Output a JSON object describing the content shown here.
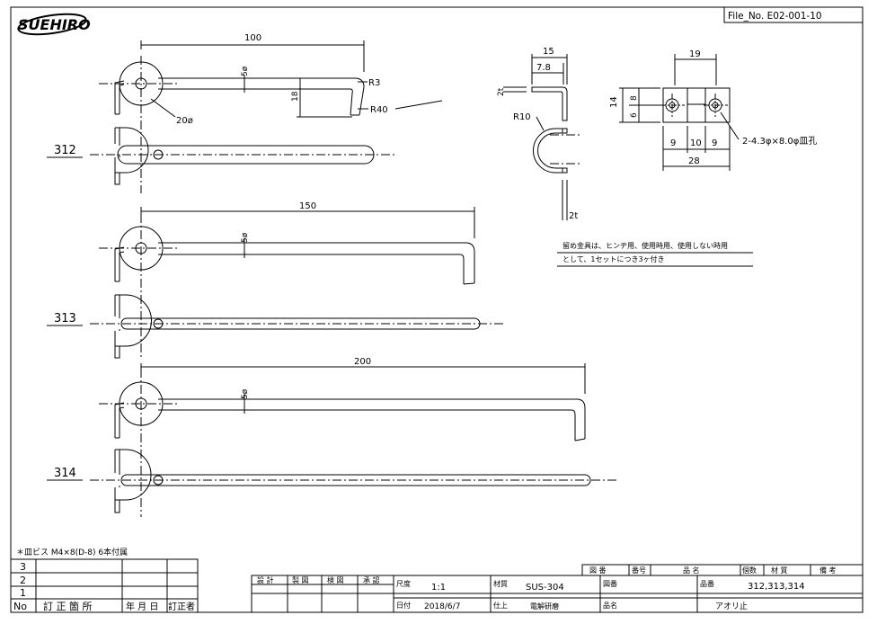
{
  "logo": {
    "text": "SUEHIRO"
  },
  "file_no": "File_No. E02-001-10",
  "parts": [
    {
      "label": "312",
      "length": "100",
      "dia": "5ø"
    },
    {
      "label": "313",
      "length": "150",
      "dia": "5ø"
    },
    {
      "label": "314",
      "length": "200",
      "dia": "5ø"
    }
  ],
  "dims312": {
    "height": "18",
    "r_small": "R3",
    "r_large": "R40",
    "eye": "20ø"
  },
  "bracket_side": {
    "w": "15",
    "w2": "7.8",
    "t_top": "2t",
    "radius": "R10",
    "t_bottom": "2t"
  },
  "bracket_front": {
    "w": "19",
    "h": "14",
    "h1": "8",
    "h2": "6",
    "s1": "9",
    "s2": "10",
    "s3": "9",
    "total": "28",
    "hole_note": "2-4.3φ×8.0φ皿孔"
  },
  "note": {
    "line1": "留め金具は、ヒンヂ用、使用時用、使用しない時用",
    "line2": "として、1セットにつき3ヶ付き"
  },
  "screw_note": "＊皿ビス M4×8(D-8) 6本付属",
  "revision": {
    "rows": [
      "3",
      "2",
      "1"
    ],
    "headers": [
      "No",
      "訂 正 箇 所",
      "年 月 日",
      "訂正者"
    ]
  },
  "title_block": {
    "roles": [
      "設 計",
      "製 図",
      "検 図",
      "承 認"
    ],
    "scale_label": "尺度",
    "scale": "1:1",
    "date_label": "日付",
    "date": "2018/6/7",
    "material_label": "材質",
    "material": "SUS-304",
    "finish_label": "仕上",
    "finish": "電解研磨",
    "zuban_label": "図番",
    "hinban_label": "品番",
    "hinban": "312,313,314",
    "hinmei_label": "品名",
    "hinmei": "アオリ止",
    "parts_headers": [
      "図 番",
      "番号",
      "品 名",
      "個数",
      "材 質",
      "備 考"
    ]
  }
}
